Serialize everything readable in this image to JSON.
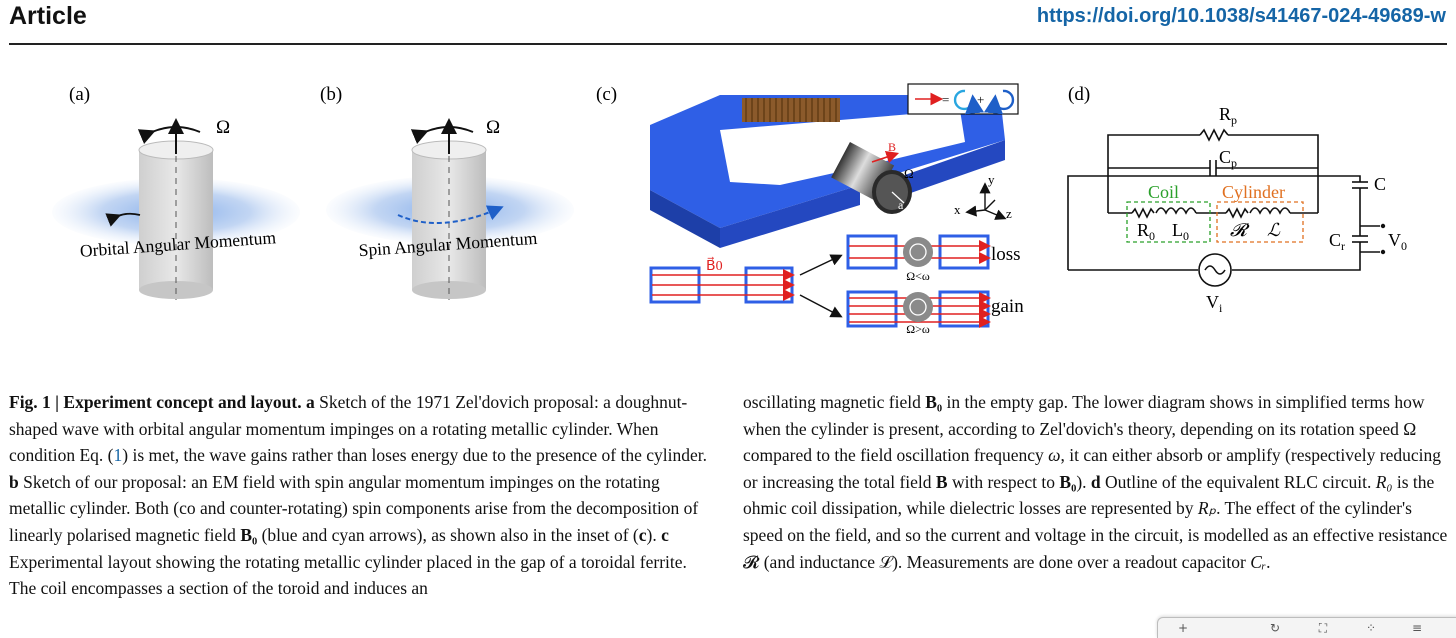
{
  "header": {
    "journal_section": "Article",
    "doi": "https://doi.org/10.1038/s41467-024-49689-w"
  },
  "figure": {
    "panel_labels": [
      "(a)",
      "(b)",
      "(c)",
      "(d)"
    ],
    "a": {
      "omega": "Ω",
      "ring_label": "Orbital Angular Momentum"
    },
    "b": {
      "omega": "Ω",
      "ring_label": "Spin Angular Momentum"
    },
    "c": {
      "B": "B",
      "omega": "Ω",
      "a": "a",
      "x": "x",
      "y": "y",
      "z": "z",
      "B0": "B⃗0",
      "loss": "loss",
      "gain": "gain",
      "cond_loss": "Ω<ω",
      "cond_gain": "Ω>ω",
      "inset_eq": "=",
      "inset_plus": "+",
      "omega_small": "Ω"
    },
    "d": {
      "Rp": "R",
      "Rp_sub": "p",
      "Cp": "C",
      "Cp_sub": "p",
      "coil": "Coil",
      "cylinder": "Cylinder",
      "R0": "R",
      "R0_sub": "0",
      "L0": "L",
      "L0_sub": "0",
      "Rcal": "𝓡",
      "Lcal": "ℒ",
      "C": "C",
      "Cr": "C",
      "Cr_sub": "r",
      "V0": "V",
      "V0_sub": "0",
      "Vi": "V",
      "Vi_sub": "i"
    },
    "colors": {
      "ferrite": "#2f5fe6",
      "coil_copper": "#8b5a2b",
      "field": "#e02020",
      "coil_green": "#2aa02a",
      "cylinder_orange": "#e07020",
      "halo": "#a8c4ee"
    }
  },
  "caption": {
    "col1": [
      {
        "t": "Fig. 1 | Experiment concept and layout. a",
        "b": true
      },
      {
        "t": " Sketch of the 1971 Zel'dovich proposal: a doughnut-shaped wave with orbital angular momentum impinges on a rotating metallic cylinder. When condition Eq. ("
      },
      {
        "t": "1",
        "link": true
      },
      {
        "t": ") is met, the wave gains rather than loses energy due to the presence of the cylinder. "
      },
      {
        "t": "b",
        "b": true
      },
      {
        "t": " Sketch of our proposal: an EM field with spin angular momentum impinges on the rotating metallic cylinder. Both (co and counter-rotating) spin components arise from the decomposition of linearly polarised magnetic field "
      },
      {
        "t": "B₀",
        "b": true
      },
      {
        "t": " (blue and cyan arrows), as shown also in the inset of ("
      },
      {
        "t": "c",
        "b": true
      },
      {
        "t": "). "
      },
      {
        "t": "c",
        "b": true
      },
      {
        "t": " Experimental layout showing the rotating metallic cylinder placed in the gap of a toroidal ferrite. The coil encompasses a section of the toroid and induces an"
      }
    ],
    "col2": [
      {
        "t": "oscillating magnetic field "
      },
      {
        "t": "B₀",
        "b": true
      },
      {
        "t": " in the empty gap. The lower diagram shows in simplified terms how when the cylinder is present, according to Zel'dovich's theory, depending on its rotation speed Ω compared to the field oscillation frequency "
      },
      {
        "t": "ω",
        "i": true
      },
      {
        "t": ", it can either absorb or amplify (respectively reducing or increasing the total field "
      },
      {
        "t": "B",
        "b": true
      },
      {
        "t": " with respect to "
      },
      {
        "t": "B₀",
        "b": true
      },
      {
        "t": "). "
      },
      {
        "t": "d",
        "b": true
      },
      {
        "t": " Outline of the equivalent RLC circuit. "
      },
      {
        "t": "R₀",
        "i": true
      },
      {
        "t": " is the ohmic coil dissipation, while dielectric losses are represented by "
      },
      {
        "t": "Rₚ",
        "i": true
      },
      {
        "t": ". The effect of the cylinder's speed on the field, and so the current and voltage in the circuit, is modelled as an effective resistance 𝓡 (and inductance ℒ). Measurements are done over a readout capacitor "
      },
      {
        "t": "Cᵣ",
        "i": true
      },
      {
        "t": "."
      }
    ]
  },
  "toolbar": {
    "icons": [
      "zoom-icon",
      "refresh-icon",
      "fullscreen-icon",
      "grid-icon",
      "menu-icon"
    ],
    "glyphs": [
      "+",
      "↻",
      "⛶",
      "⁘",
      "≡"
    ]
  }
}
